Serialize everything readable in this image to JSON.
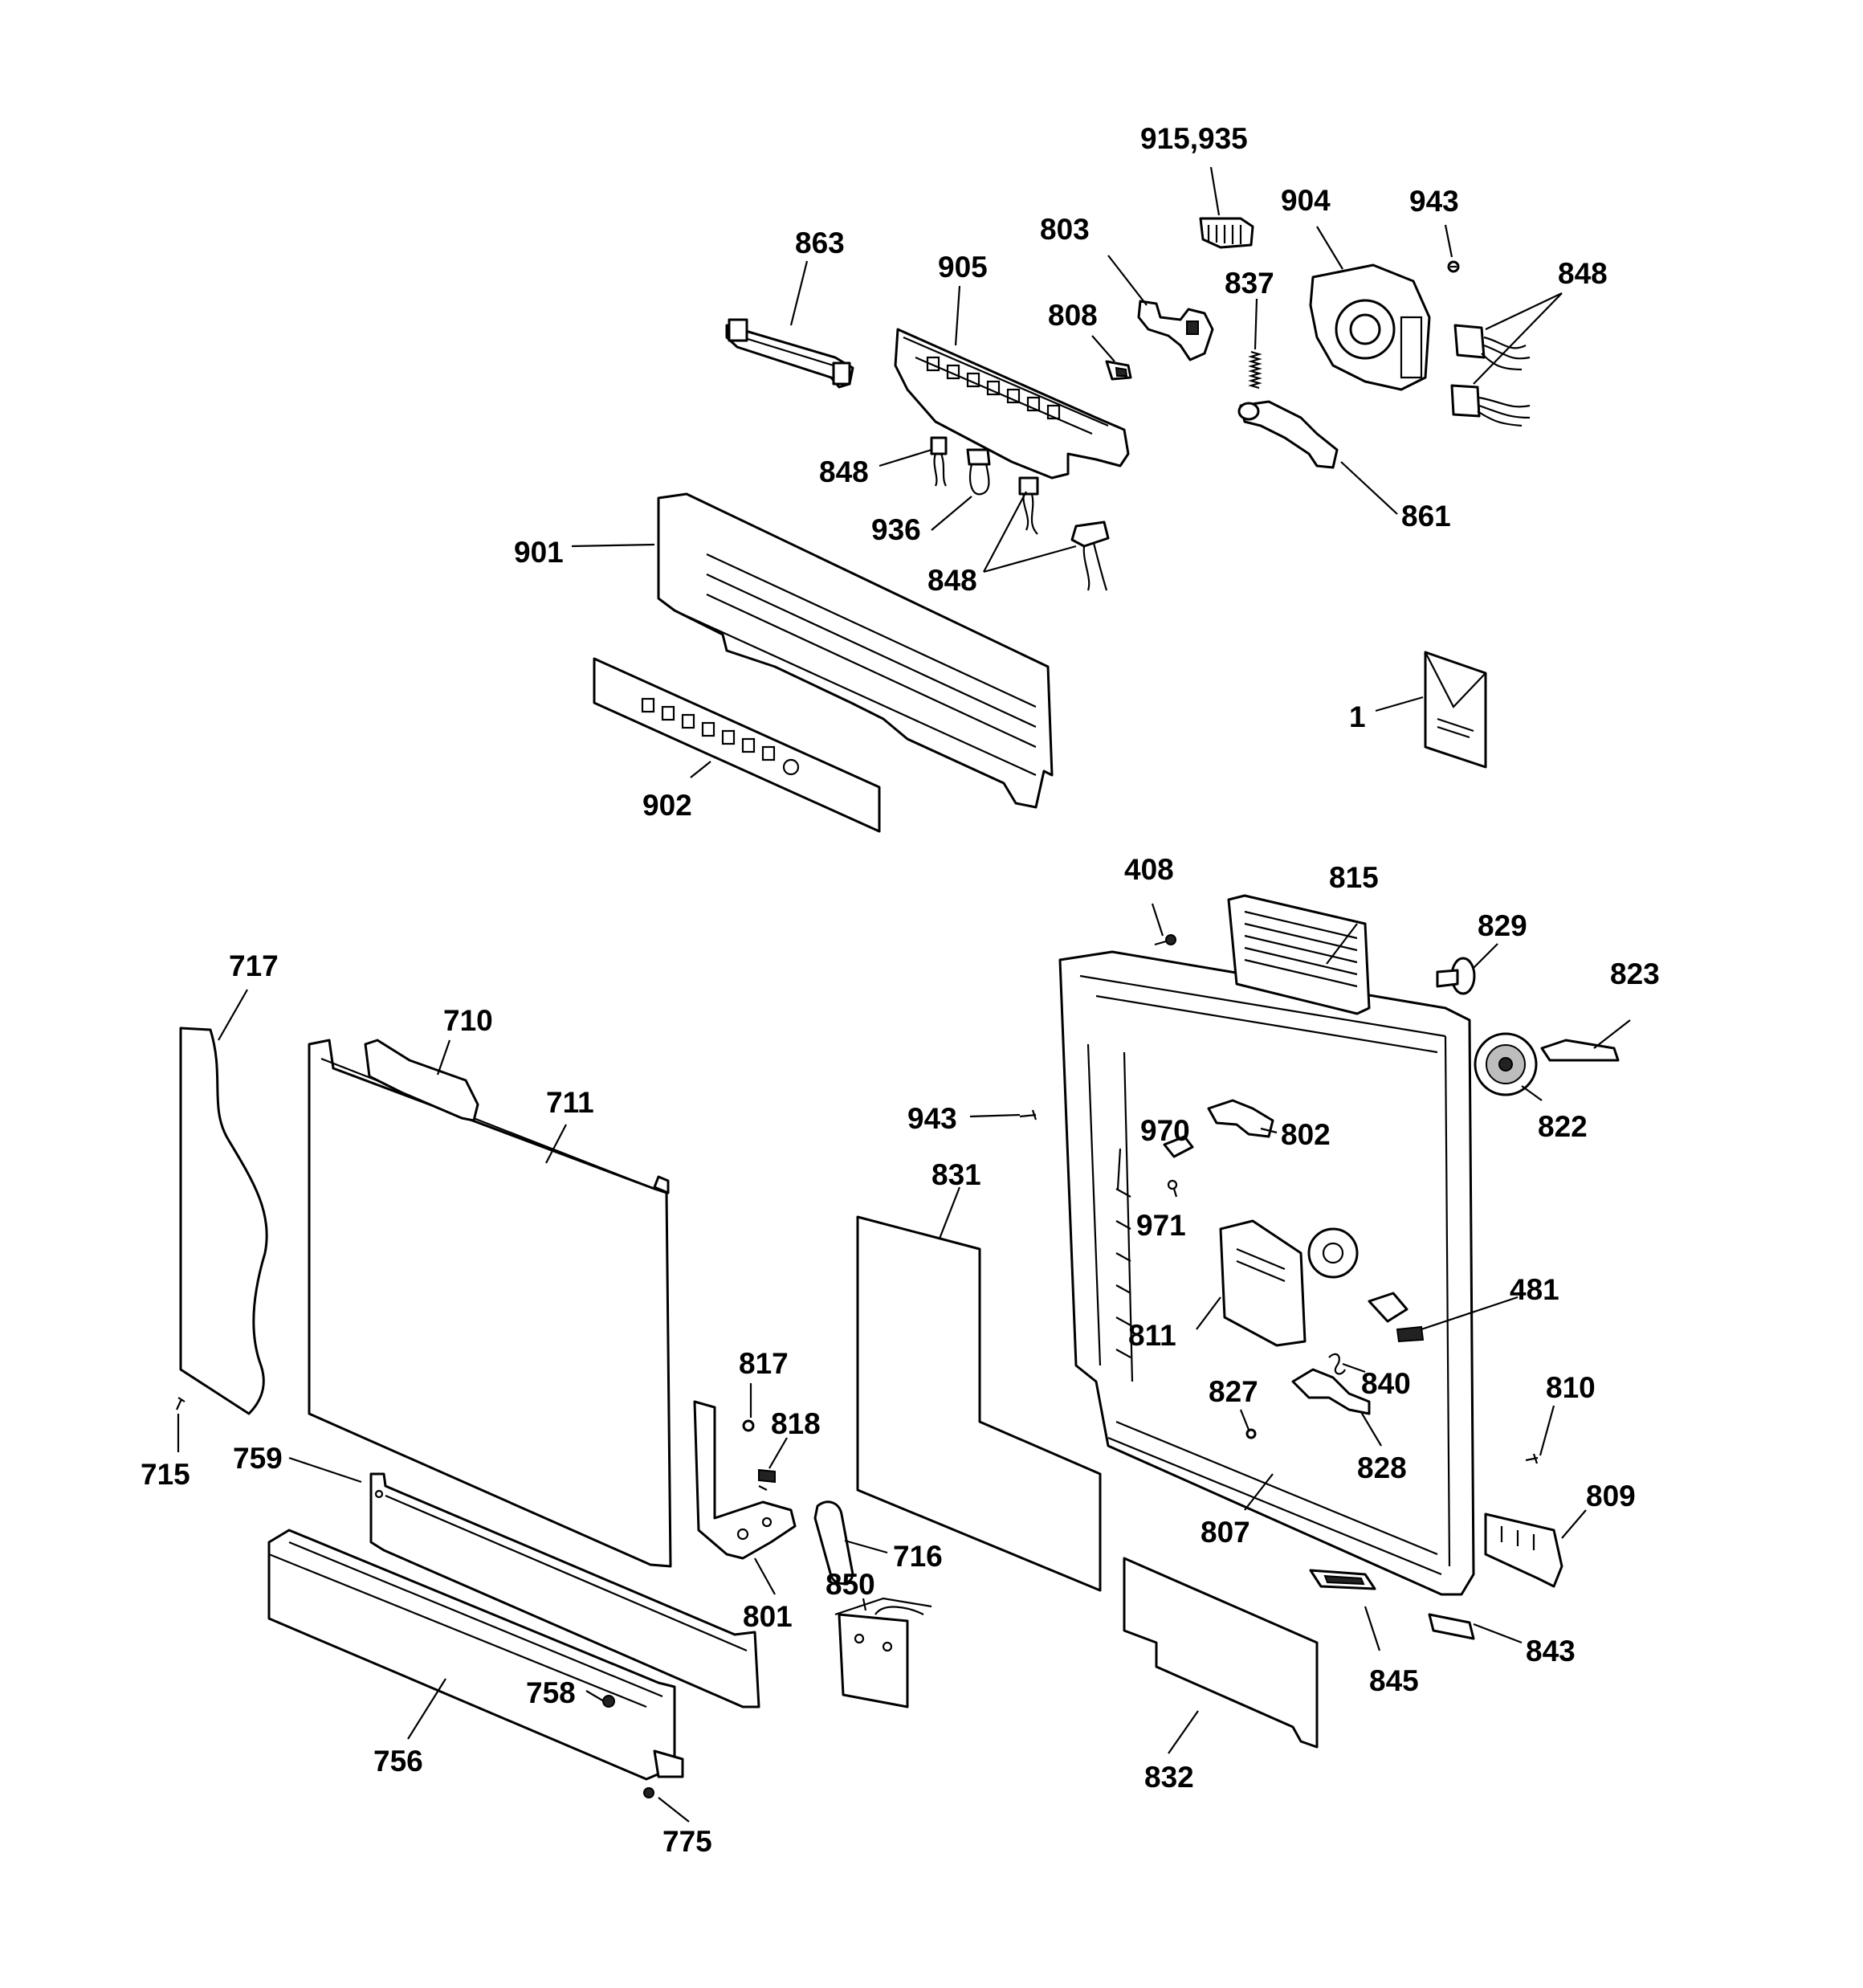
{
  "diagram": {
    "callouts": [
      {
        "id": "c-915-935",
        "label": "915,935"
      },
      {
        "id": "c-904",
        "label": "904"
      },
      {
        "id": "c-943-top",
        "label": "943"
      },
      {
        "id": "c-863",
        "label": "863"
      },
      {
        "id": "c-803",
        "label": "803"
      },
      {
        "id": "c-905",
        "label": "905"
      },
      {
        "id": "c-837",
        "label": "837"
      },
      {
        "id": "c-848-top-right",
        "label": "848"
      },
      {
        "id": "c-808",
        "label": "808"
      },
      {
        "id": "c-848-left",
        "label": "848"
      },
      {
        "id": "c-861",
        "label": "861"
      },
      {
        "id": "c-936",
        "label": "936"
      },
      {
        "id": "c-901",
        "label": "901"
      },
      {
        "id": "c-848-center",
        "label": "848"
      },
      {
        "id": "c-1",
        "label": "1"
      },
      {
        "id": "c-902",
        "label": "902"
      },
      {
        "id": "c-408",
        "label": "408"
      },
      {
        "id": "c-815",
        "label": "815"
      },
      {
        "id": "c-829",
        "label": "829"
      },
      {
        "id": "c-717",
        "label": "717"
      },
      {
        "id": "c-823",
        "label": "823"
      },
      {
        "id": "c-710",
        "label": "710"
      },
      {
        "id": "c-711",
        "label": "711"
      },
      {
        "id": "c-970",
        "label": "970"
      },
      {
        "id": "c-943-mid",
        "label": "943"
      },
      {
        "id": "c-802",
        "label": "802"
      },
      {
        "id": "c-822",
        "label": "822"
      },
      {
        "id": "c-831",
        "label": "831"
      },
      {
        "id": "c-971",
        "label": "971"
      },
      {
        "id": "c-481",
        "label": "481"
      },
      {
        "id": "c-811",
        "label": "811"
      },
      {
        "id": "c-817",
        "label": "817"
      },
      {
        "id": "c-840",
        "label": "840"
      },
      {
        "id": "c-827",
        "label": "827"
      },
      {
        "id": "c-810",
        "label": "810"
      },
      {
        "id": "c-818",
        "label": "818"
      },
      {
        "id": "c-828",
        "label": "828"
      },
      {
        "id": "c-715",
        "label": "715"
      },
      {
        "id": "c-759",
        "label": "759"
      },
      {
        "id": "c-809",
        "label": "809"
      },
      {
        "id": "c-716",
        "label": "716"
      },
      {
        "id": "c-807",
        "label": "807"
      },
      {
        "id": "c-850",
        "label": "850"
      },
      {
        "id": "c-801",
        "label": "801"
      },
      {
        "id": "c-843",
        "label": "843"
      },
      {
        "id": "c-845",
        "label": "845"
      },
      {
        "id": "c-758",
        "label": "758"
      },
      {
        "id": "c-756",
        "label": "756"
      },
      {
        "id": "c-832",
        "label": "832"
      },
      {
        "id": "c-775",
        "label": "775"
      }
    ]
  }
}
